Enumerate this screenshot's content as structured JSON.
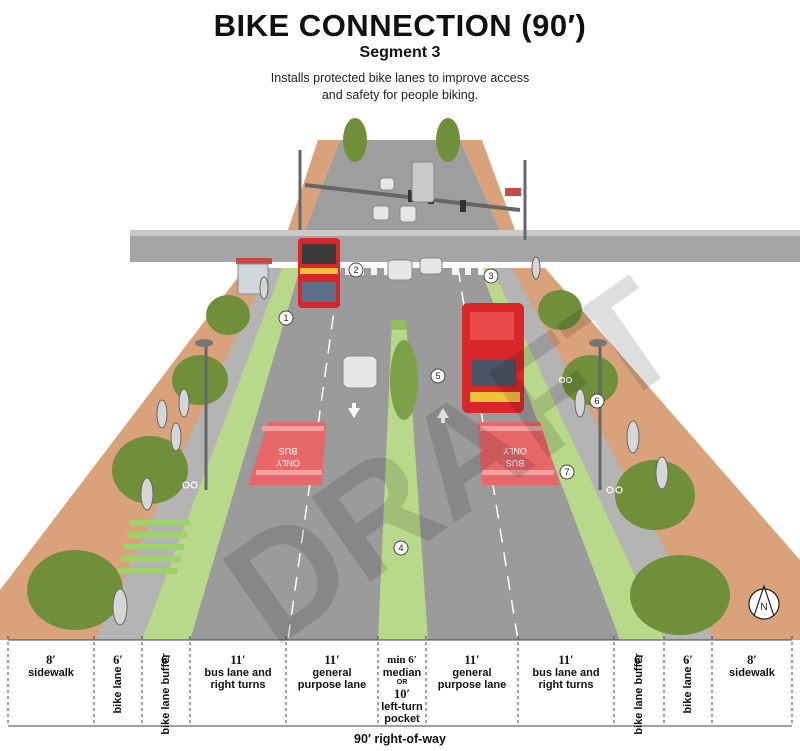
{
  "title": "BIKE CONNECTION (90′)",
  "subtitle": "Segment 3",
  "description_line1": "Installs protected bike lanes to improve access",
  "description_line2": "and safety for people biking.",
  "watermark": "DRAFT",
  "road_markings": {
    "bus_only_left": "BUS",
    "bus_only_left_2": "ONLY",
    "bus_only_right": "ONLY",
    "bus_only_right_2": "BUS"
  },
  "callouts": [
    "1",
    "2",
    "3",
    "4",
    "5",
    "6",
    "7"
  ],
  "north_label": "N",
  "columns": [
    {
      "width": "8′",
      "name": "sidewalk"
    },
    {
      "width": "6′",
      "name": "bike lane"
    },
    {
      "width": "6′",
      "name": "bike lane buffer"
    },
    {
      "width": "11′",
      "name_line1": "bus lane and",
      "name_line2": "right turns"
    },
    {
      "width": "11′",
      "name_line1": "general",
      "name_line2": "purpose lane"
    },
    {
      "width": "min 6′",
      "name_line1": "median",
      "or": "OR",
      "width2": "10′",
      "name_line2": "left-turn",
      "name_line3": "pocket"
    },
    {
      "width": "11′",
      "name_line1": "general",
      "name_line2": "purpose lane"
    },
    {
      "width": "11′",
      "name_line1": "bus lane and",
      "name_line2": "right turns"
    },
    {
      "width": "6′",
      "name": "bike lane buffer"
    },
    {
      "width": "6′",
      "name": "bike lane"
    },
    {
      "width": "8′",
      "name": "sidewalk"
    }
  ],
  "right_of_way": "90′ right-of-way",
  "colors": {
    "sidewalk": "#d9a27a",
    "bike_lane": "#a9a9a9",
    "buffer": "#b9d98a",
    "road": "#9a9a9a",
    "bus_paint": "#e8686a",
    "median": "#b9d98a",
    "bus": "#d9262b"
  }
}
